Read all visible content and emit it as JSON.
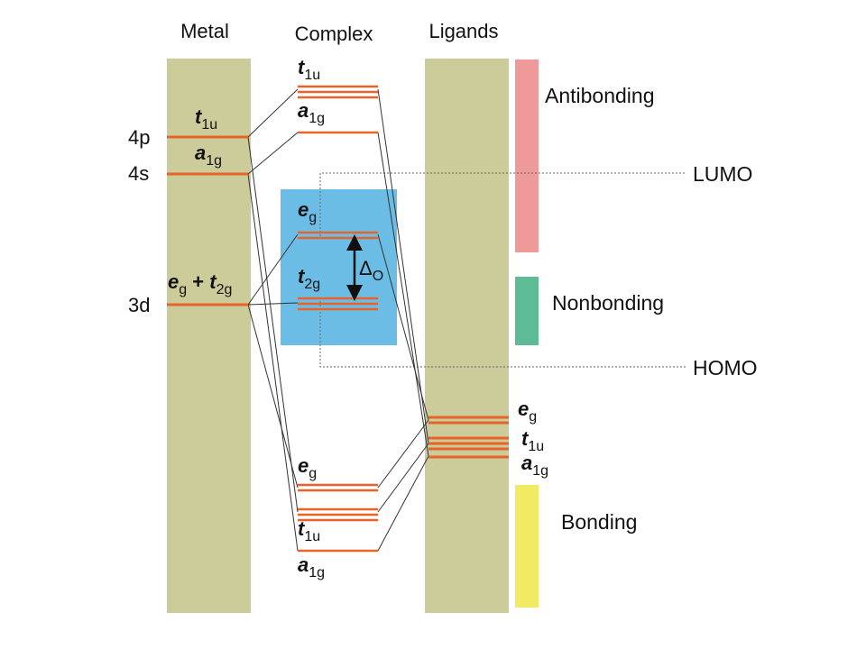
{
  "headers": {
    "metal": "Metal",
    "complex": "Complex",
    "ligands": "Ligands"
  },
  "metal_levels": {
    "p4": "4p",
    "s4": "4s",
    "d3": "3d",
    "t1u_main": "t",
    "t1u_sub": "1u",
    "a1g_main": "a",
    "a1g_sub": "1g",
    "egt2g_e": "e",
    "egt2g_esub": "g",
    "egt2g_plus": " + ",
    "egt2g_t": "t",
    "egt2g_tsub": "2g"
  },
  "complex_levels": {
    "t1u_top_main": "t",
    "t1u_top_sub": "1u",
    "a1g_top_main": "a",
    "a1g_top_sub": "1g",
    "eg_top_main": "e",
    "eg_top_sub": "g",
    "t2g_main": "t",
    "t2g_sub": "2g",
    "delta_main": "Δ",
    "delta_sub": "O",
    "eg_bot_main": "e",
    "eg_bot_sub": "g",
    "t1u_bot_main": "t",
    "t1u_bot_sub": "1u",
    "a1g_bot_main": "a",
    "a1g_bot_sub": "1g"
  },
  "ligand_levels": {
    "eg_main": "e",
    "eg_sub": "g",
    "t1u_main": "t",
    "t1u_sub": "1u",
    "a1g_main": "a",
    "a1g_sub": "1g"
  },
  "regions": {
    "antibonding": "Antibonding",
    "nonbonding": "Nonbonding",
    "bonding": "Bonding",
    "lumo": "LUMO",
    "homo": "HOMO"
  },
  "colors": {
    "column": "#cccb9a",
    "level": "#e8632a",
    "highlight_box": "#6cbde6",
    "antibonding": "#ef9a9a",
    "nonbonding": "#5dbb95",
    "bonding": "#f2ea62"
  }
}
